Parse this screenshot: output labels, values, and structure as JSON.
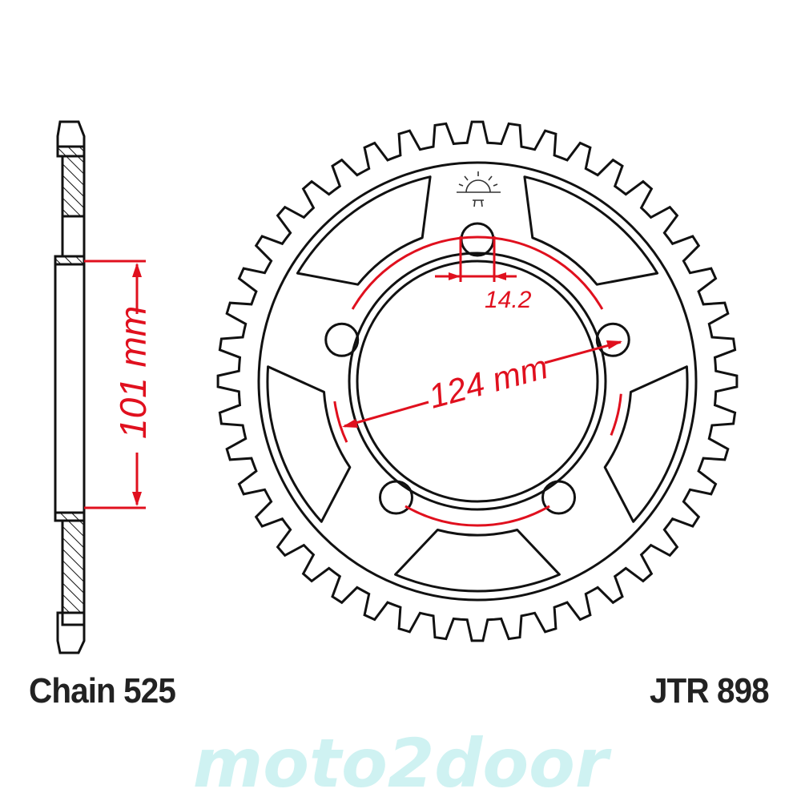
{
  "labels": {
    "chain": "Chain 525",
    "part_number": "JTR 898"
  },
  "dimensions": {
    "bore": "101 mm",
    "pcd": "124 mm",
    "bolt_hole": "14.2"
  },
  "watermark": "moto2door",
  "colors": {
    "outline": "#111111",
    "dimension": "#e0101e",
    "watermark": "#bfeeee"
  },
  "icons": [
    "sunrise-logo-icon"
  ]
}
